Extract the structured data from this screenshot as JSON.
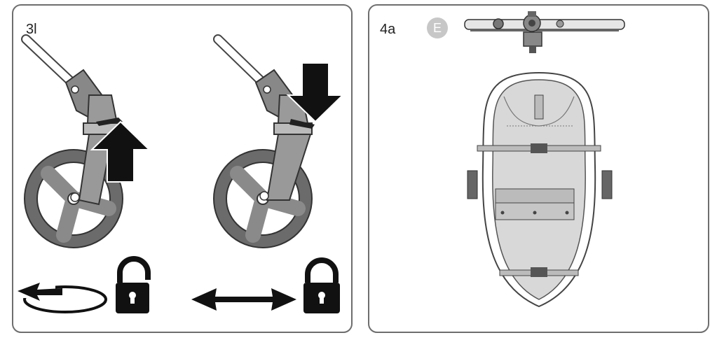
{
  "panels": [
    {
      "step": "3l"
    },
    {
      "step": "4a",
      "badge": "E"
    }
  ],
  "colors": {
    "frame": "#6e6e6e",
    "arrow": "#111111",
    "tire": "#6b6b6b",
    "hub": "#8a8a8a",
    "fabric": "#d8d8d8",
    "badge": "#c7c7c7"
  },
  "icons": [
    "rotate-arrow-icon",
    "unlocked-padlock-icon",
    "double-arrow-icon",
    "locked-padlock-icon",
    "up-arrow-icon",
    "down-arrow-icon"
  ]
}
